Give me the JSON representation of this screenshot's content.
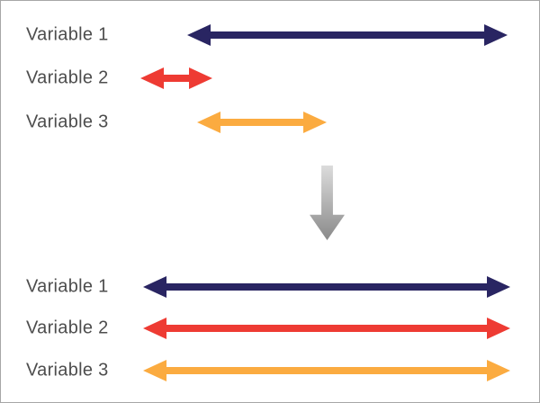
{
  "colors": {
    "variable1": "#292562",
    "variable2": "#ee3b33",
    "variable3": "#fbab40",
    "label": "#4d4d4d",
    "border": "#a6a6a6",
    "gray_arrow_top": "#dcdcdc",
    "gray_arrow_bottom": "#8a8a8a"
  },
  "icons": {
    "transform_arrow": "arrow-down-icon",
    "range_arrow": "double-headed-arrow-icon"
  },
  "diagram": {
    "before": {
      "rows": [
        {
          "label": "Variable 1",
          "color_key": "variable1",
          "relative_span": 1.0
        },
        {
          "label": "Variable 2",
          "color_key": "variable2",
          "relative_span": 0.22
        },
        {
          "label": "Variable 3",
          "color_key": "variable3",
          "relative_span": 0.4
        }
      ]
    },
    "after": {
      "rows": [
        {
          "label": "Variable 1",
          "color_key": "variable1",
          "relative_span": 1.0
        },
        {
          "label": "Variable 2",
          "color_key": "variable2",
          "relative_span": 1.0
        },
        {
          "label": "Variable 3",
          "color_key": "variable3",
          "relative_span": 1.0
        }
      ]
    }
  }
}
